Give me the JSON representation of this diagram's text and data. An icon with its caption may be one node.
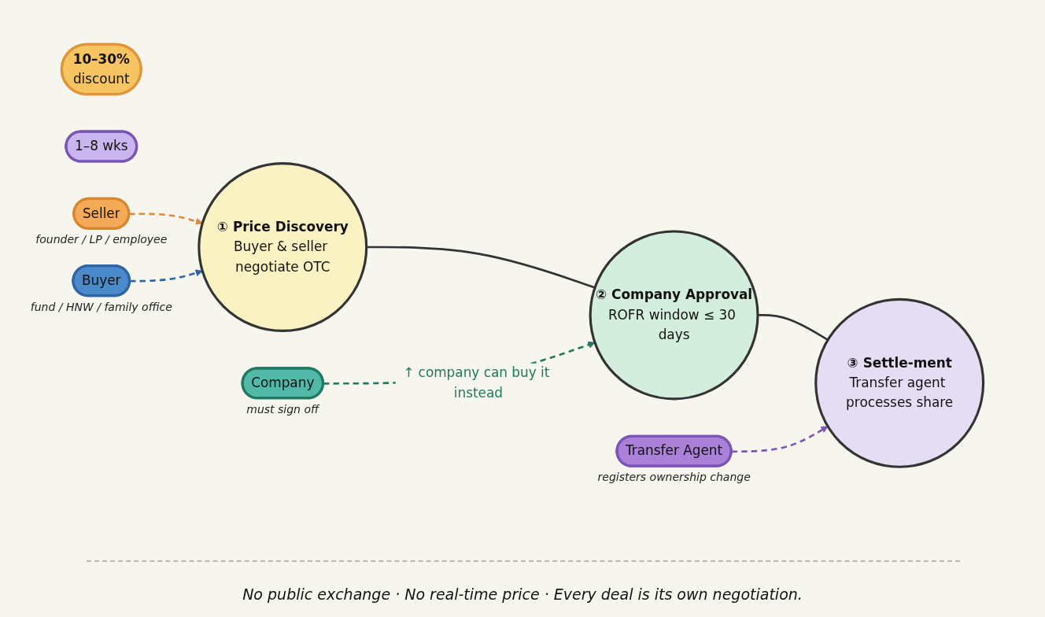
{
  "diagram": {
    "caption": "No public exchange · No real-time price · Every deal is its own negotiation.",
    "nodes": [
      {
        "text": [
          "① Price Discovery",
          "Buyer & seller negotiate OTC"
        ]
      },
      {
        "text": [
          "10–30%",
          "discount"
        ]
      },
      {
        "text": [
          "② Company Approval",
          "ROFR window ≤ 30 days"
        ]
      },
      {
        "text": [
          "③ Settle-ment",
          "Transfer agent processes share"
        ]
      },
      {
        "text": [
          "1–8 wks"
        ]
      },
      {
        "text": [
          "Seller"
        ],
        "beside": [
          "founder / LP / employee"
        ]
      },
      {
        "text": [
          "Buyer"
        ],
        "beside": [
          "fund / HNW / family office"
        ]
      },
      {
        "text": [
          "Company"
        ],
        "beside": [
          "must sign off"
        ]
      },
      {
        "text": [
          "Transfer Agent"
        ],
        "beside": [
          "registers ownership change"
        ]
      }
    ],
    "edges": [
      {
        "from": 0,
        "to": 2,
        "arrow": "none"
      },
      {
        "from": 2,
        "to": 3,
        "arrow": "none"
      },
      {
        "from": 5,
        "to": 0,
        "arrow": "to",
        "style": "dashed",
        "color": "#e08a36"
      },
      {
        "from": 6,
        "to": 0,
        "arrow": "to",
        "style": "dashed",
        "color": "#2f67a6"
      },
      {
        "from": 7,
        "to": 2,
        "arrow": "to",
        "style": "dashed",
        "color": "#1f7a5e",
        "label": "↑ company can buy it instead"
      },
      {
        "from": 8,
        "to": 3,
        "arrow": "to",
        "style": "dashed",
        "color": "#7a55b5"
      }
    ]
  }
}
